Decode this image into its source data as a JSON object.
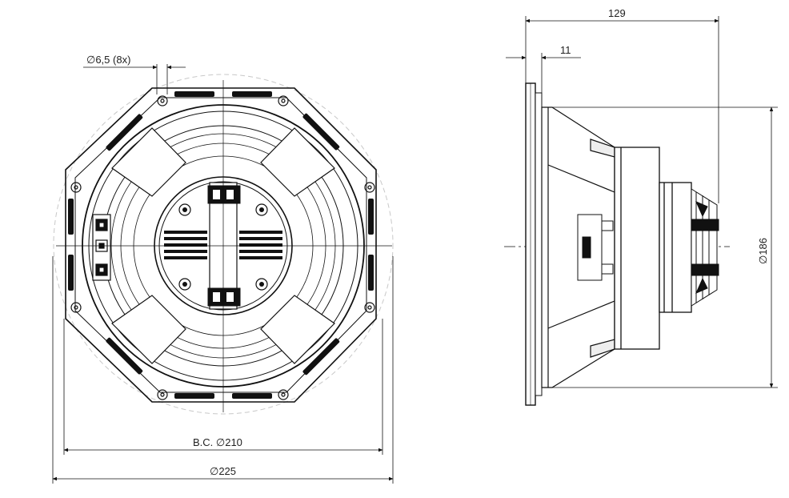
{
  "dimensions": {
    "hole_diameter": "∅6,5 (8x)",
    "bolt_circle": "B.C. ∅210",
    "outer_diameter": "∅225",
    "depth": "129",
    "flange_thickness": "11",
    "side_diameter": "∅186"
  },
  "colors": {
    "line": "#111111",
    "hidden": "#bbbbbb",
    "fill_dark": "#e6e6e6"
  }
}
